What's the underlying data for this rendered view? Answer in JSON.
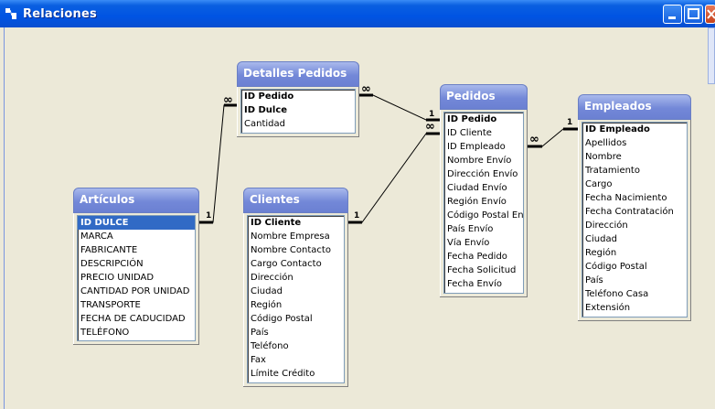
{
  "window": {
    "title": "Relaciones"
  },
  "tables": {
    "detalles": {
      "title": "Detalles Pedidos",
      "fields": [
        "ID Pedido",
        "ID Dulce",
        "Cantidad"
      ]
    },
    "pedidos": {
      "title": "Pedidos",
      "fields": [
        "ID Pedido",
        "ID Cliente",
        "ID Empleado",
        "Nombre Envío",
        "Dirección Envío",
        "Ciudad Envío",
        "Región Envío",
        "Código Postal Envío",
        "País Envío",
        "Vía Envío",
        "Fecha Pedido",
        "Fecha Solicitud",
        "Fecha Envío"
      ]
    },
    "empleados": {
      "title": "Empleados",
      "fields": [
        "ID Empleado",
        "Apellidos",
        "Nombre",
        "Tratamiento",
        "Cargo",
        "Fecha Nacimiento",
        "Fecha Contratación",
        "Dirección",
        "Ciudad",
        "Región",
        "Código Postal",
        "País",
        "Teléfono Casa",
        "Extensión"
      ]
    },
    "articulos": {
      "title": "Artículos",
      "fields": [
        "ID DULCE",
        "MARCA",
        "FABRICANTE",
        "DESCRIPCIÓN",
        "PRECIO UNIDAD",
        "CANTIDAD POR UNIDAD",
        "TRANSPORTE",
        "FECHA DE CADUCIDAD",
        "TELÉFONO"
      ]
    },
    "clientes": {
      "title": "Clientes",
      "fields": [
        "ID Cliente",
        "Nombre Empresa",
        "Nombre Contacto",
        "Cargo Contacto",
        "Dirección",
        "Ciudad",
        "Región",
        "Código Postal",
        "País",
        "Teléfono",
        "Fax",
        "Límite Crédito"
      ]
    }
  },
  "relations": {
    "one": "1",
    "many": "∞"
  }
}
